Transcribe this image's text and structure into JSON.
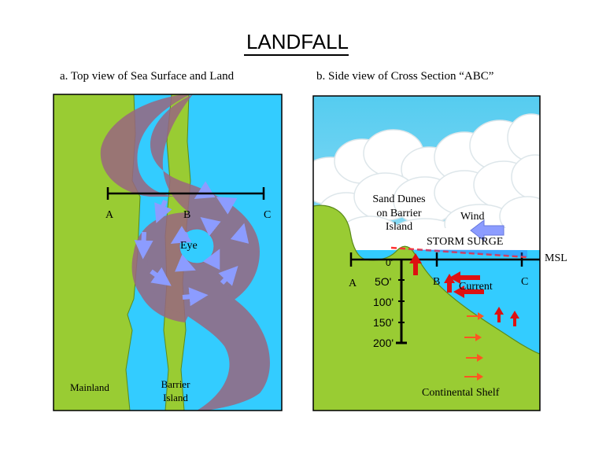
{
  "title": "LANDFALL",
  "panel_a": {
    "caption": "a. Top view of Sea Surface and Land",
    "point_a": "A",
    "point_b": "B",
    "point_c": "C",
    "eye": "Eye",
    "mainland": "Mainland",
    "barrier_island": "Barrier\nIsland"
  },
  "panel_b": {
    "caption": "b. Side view of Cross Section “ABC”",
    "sand_dunes": "Sand Dunes\non Barrier\nIsland",
    "wind": "Wind",
    "storm_surge": "STORM SURGE",
    "msl": "MSL",
    "point_a": "A",
    "point_b": "B",
    "point_c": "C",
    "current": "Current",
    "continental_shelf": "Continental Shelf",
    "depth_ticks": [
      "0'",
      "5O'",
      "100'",
      "150'",
      "200'"
    ]
  },
  "colors": {
    "sea": "#33ccff",
    "land": "#99cc33",
    "storm": "#996680",
    "storm_shallow": "#cc6633",
    "arrow_wind": "#8c9cff",
    "surge_line": "#ff3333",
    "current_arrow": "#dd1111",
    "bottom_arrow": "#ff5522"
  },
  "icons": {
    "wind_arrow": "left-arrow-icon",
    "rotation_arrows": "curved-arrow-icon"
  }
}
